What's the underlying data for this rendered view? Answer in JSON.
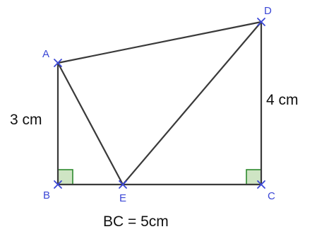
{
  "points": {
    "A": {
      "label": "A"
    },
    "B": {
      "label": "B"
    },
    "C": {
      "label": "C"
    },
    "D": {
      "label": "D"
    },
    "E": {
      "label": "E"
    }
  },
  "measures": {
    "AB": "3 cm",
    "CD": "4 cm",
    "BC": "BC = 5cm"
  },
  "colors": {
    "point": "#3b47d6",
    "segment": "#3a3a3a",
    "right_angle_fill": "#cfe5c4",
    "right_angle_stroke": "#2e8a2e"
  }
}
